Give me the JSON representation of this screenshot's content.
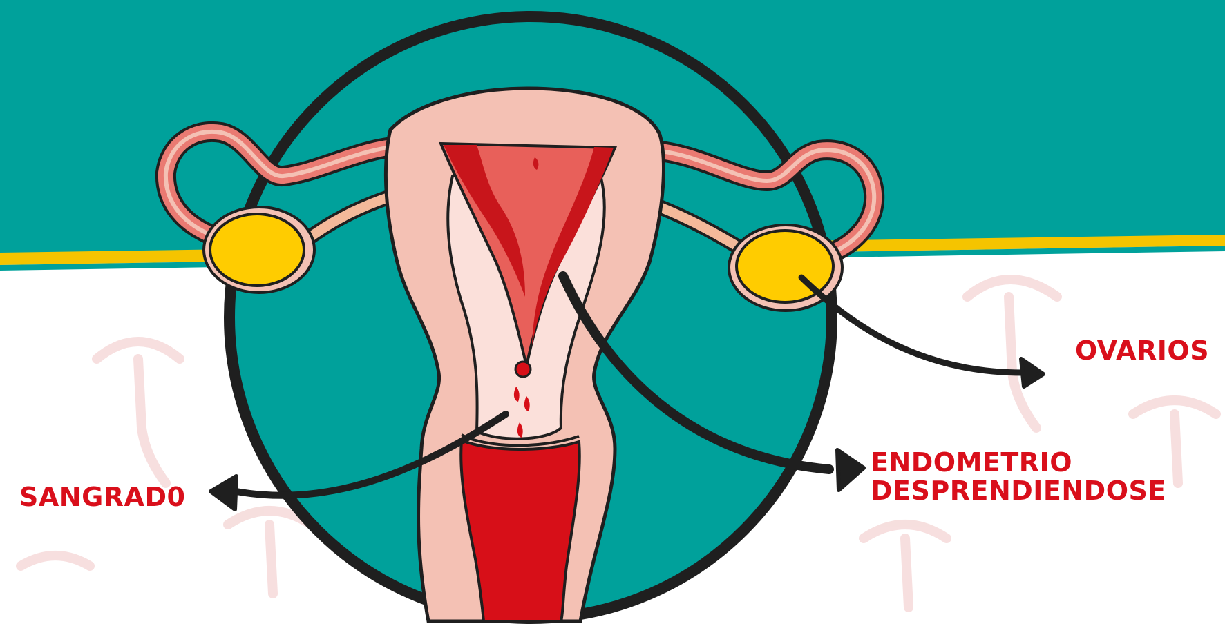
{
  "labels": {
    "ovarios": "OVARIOS",
    "endometrio_line1": "ENDOMETRIO",
    "endometrio_line2": "DESPRENDIENDOSE",
    "sangrado": "SANGRAD0"
  },
  "colors": {
    "teal": "#00a19b",
    "yellow": "#f5c400",
    "label_red": "#d90f1b",
    "blood_red": "#d70f18",
    "uterus_pink": "#f4c1b4",
    "inner_pink": "#fbe0da",
    "tube_pink": "#ea7a72",
    "ovary_yellow": "#ffcc00",
    "outline": "#1f1f1f"
  },
  "icons": [
    "uterus-illustration",
    "ovary-icon",
    "fallopian-tube-icon",
    "blood-drop-icon",
    "arrow-icon"
  ]
}
